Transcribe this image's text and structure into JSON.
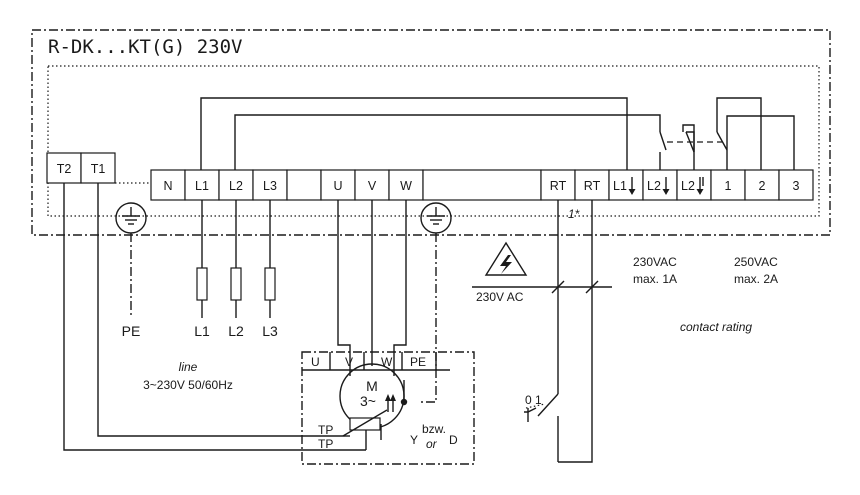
{
  "device": {
    "title": "R-DK...KT(G)  230V"
  },
  "terminals": {
    "t2": "T2",
    "t1": "T1",
    "n": "N",
    "l1": "L1",
    "l2": "L2",
    "l3": "L3",
    "u": "U",
    "v": "V",
    "w": "W",
    "rt_a": "RT",
    "rt_b": "RT",
    "al1": "L1",
    "al2": "L2",
    "al3": "L2",
    "c1": "1",
    "c2": "2",
    "c3": "3"
  },
  "supply": {
    "pe": "PE",
    "l1": "L1",
    "l2": "L2",
    "l3": "L3",
    "line_label": "line",
    "line_spec": "3~230V 50/60Hz"
  },
  "motor": {
    "u": "U",
    "v": "V",
    "w": "W",
    "pe": "PE",
    "m": "M",
    "phase": "3~",
    "tp1": "TP",
    "tp2": "TP",
    "conn_y": "Y",
    "conn_bzw": "bzw.",
    "conn_or": "or",
    "conn_d": "D"
  },
  "control": {
    "note": "1*",
    "voltage": "230V AC",
    "switch_positions": "0 1"
  },
  "ratings": {
    "r1_v": "230VAC",
    "r1_a": "max. 1A",
    "r2_v": "250VAC",
    "r2_a": "max. 2A",
    "caption": "contact rating"
  }
}
